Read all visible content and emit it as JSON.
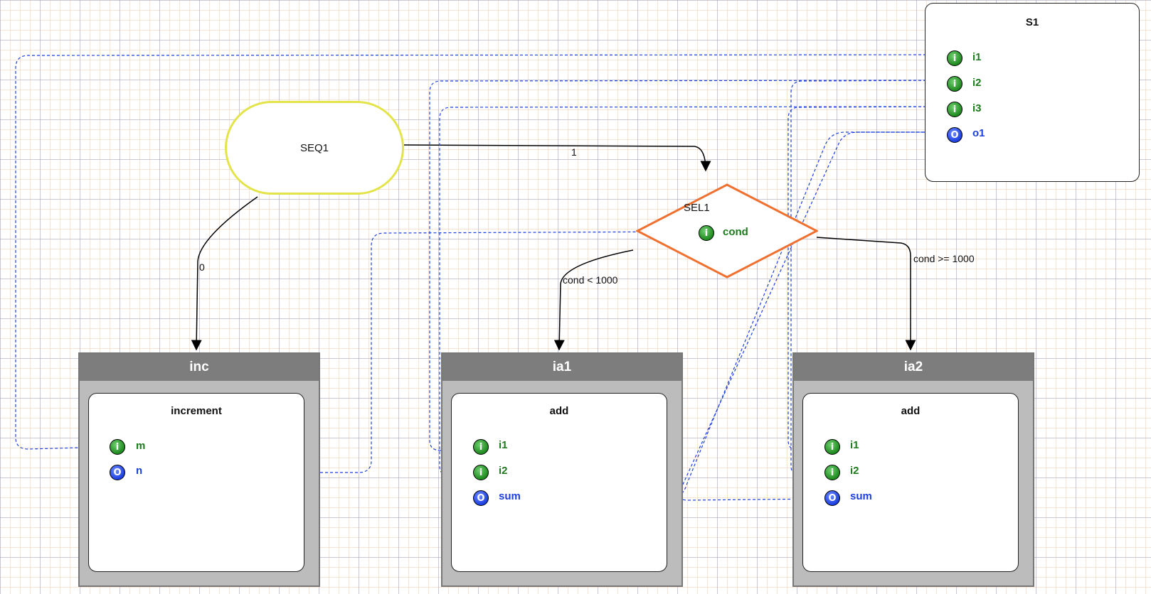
{
  "s1": {
    "title": "S1",
    "ports": [
      {
        "name": "i1",
        "glyph": "i",
        "kind": "in"
      },
      {
        "name": "i2",
        "glyph": "i",
        "kind": "in"
      },
      {
        "name": "i3",
        "glyph": "i",
        "kind": "in"
      },
      {
        "name": "o1",
        "glyph": "O",
        "kind": "out"
      }
    ]
  },
  "seq1": {
    "label": "SEQ1"
  },
  "sel1": {
    "label": "SEL1",
    "port": {
      "name": "cond",
      "glyph": "i"
    }
  },
  "processes": {
    "inc": {
      "header": "inc",
      "title": "increment",
      "ports": [
        {
          "name": "m",
          "glyph": "i"
        },
        {
          "name": "n",
          "glyph": "O"
        }
      ]
    },
    "ia1": {
      "header": "ia1",
      "title": "add",
      "ports": [
        {
          "name": "i1",
          "glyph": "i"
        },
        {
          "name": "i2",
          "glyph": "i"
        },
        {
          "name": "sum",
          "glyph": "O"
        }
      ]
    },
    "ia2": {
      "header": "ia2",
      "title": "add",
      "ports": [
        {
          "name": "i1",
          "glyph": "i"
        },
        {
          "name": "i2",
          "glyph": "i"
        },
        {
          "name": "sum",
          "glyph": "O"
        }
      ]
    }
  },
  "edge_labels": {
    "seq_to_sel": "1",
    "seq_to_inc": "0",
    "sel_to_ia1": "cond < 1000",
    "sel_to_ia2": "cond >= 1000"
  },
  "colors": {
    "data_link": "#1c3fe0",
    "control_link": "#000000",
    "seq_border": "#e3e34a",
    "sel_border": "#f07030",
    "process_header": "#7d7d7d",
    "process_body": "#bcbcbc"
  }
}
